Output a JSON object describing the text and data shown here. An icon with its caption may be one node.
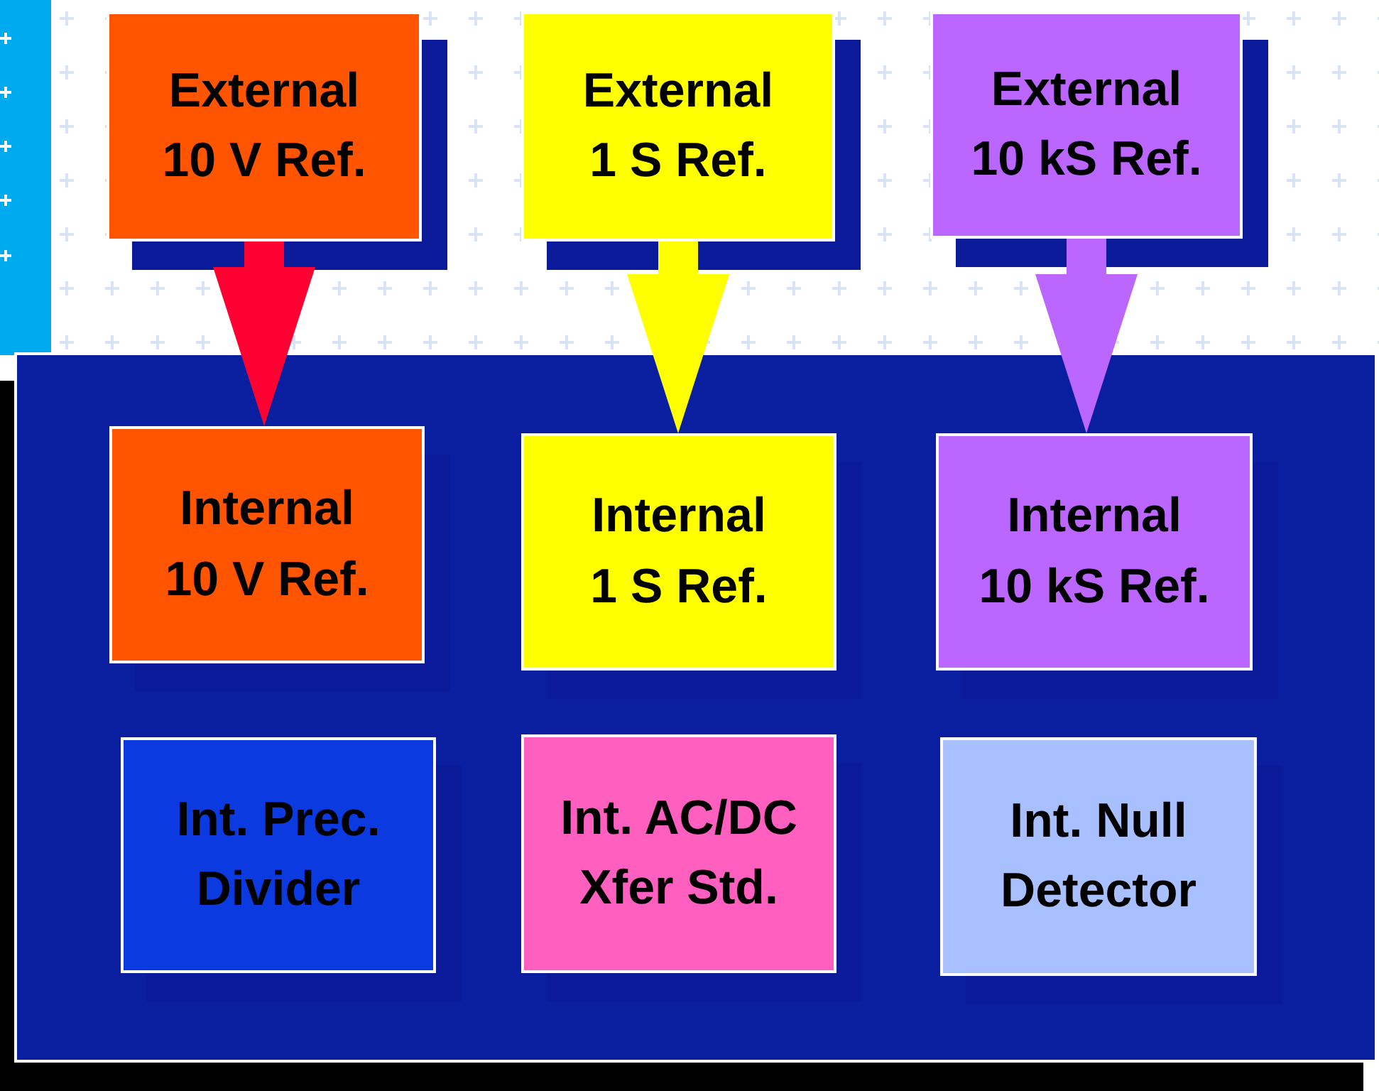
{
  "diagram": {
    "nodes": [
      {
        "text": [
          "External 10 V Ref."
        ]
      },
      {
        "text": [
          "External 1 S Ref."
        ]
      },
      {
        "text": [
          "External 10 kS Ref."
        ]
      },
      {
        "text": [],
        "shape": "box"
      },
      {
        "text": [
          "Internal 10 V Ref."
        ],
        "in": 3
      },
      {
        "text": [
          "Internal 1 S Ref."
        ],
        "in": 3
      },
      {
        "text": [
          "Internal 10 kS Ref."
        ],
        "in": 3
      },
      {
        "text": [
          "Int. Prec. Divider"
        ],
        "in": 3
      },
      {
        "text": [
          "Int. AC/DC Xfer Std."
        ],
        "in": 3
      },
      {
        "text": [
          "Int. Null Detector"
        ],
        "in": 3
      }
    ],
    "edges": [
      {
        "from": 0,
        "to": 4,
        "arrow": "to",
        "style": "thick",
        "color": "#ff0033"
      },
      {
        "from": 1,
        "to": 5,
        "arrow": "to",
        "style": "thick",
        "color": "#ffff00"
      },
      {
        "from": 2,
        "to": 6,
        "arrow": "to",
        "style": "thick",
        "color": "#bb66ff"
      }
    ]
  }
}
